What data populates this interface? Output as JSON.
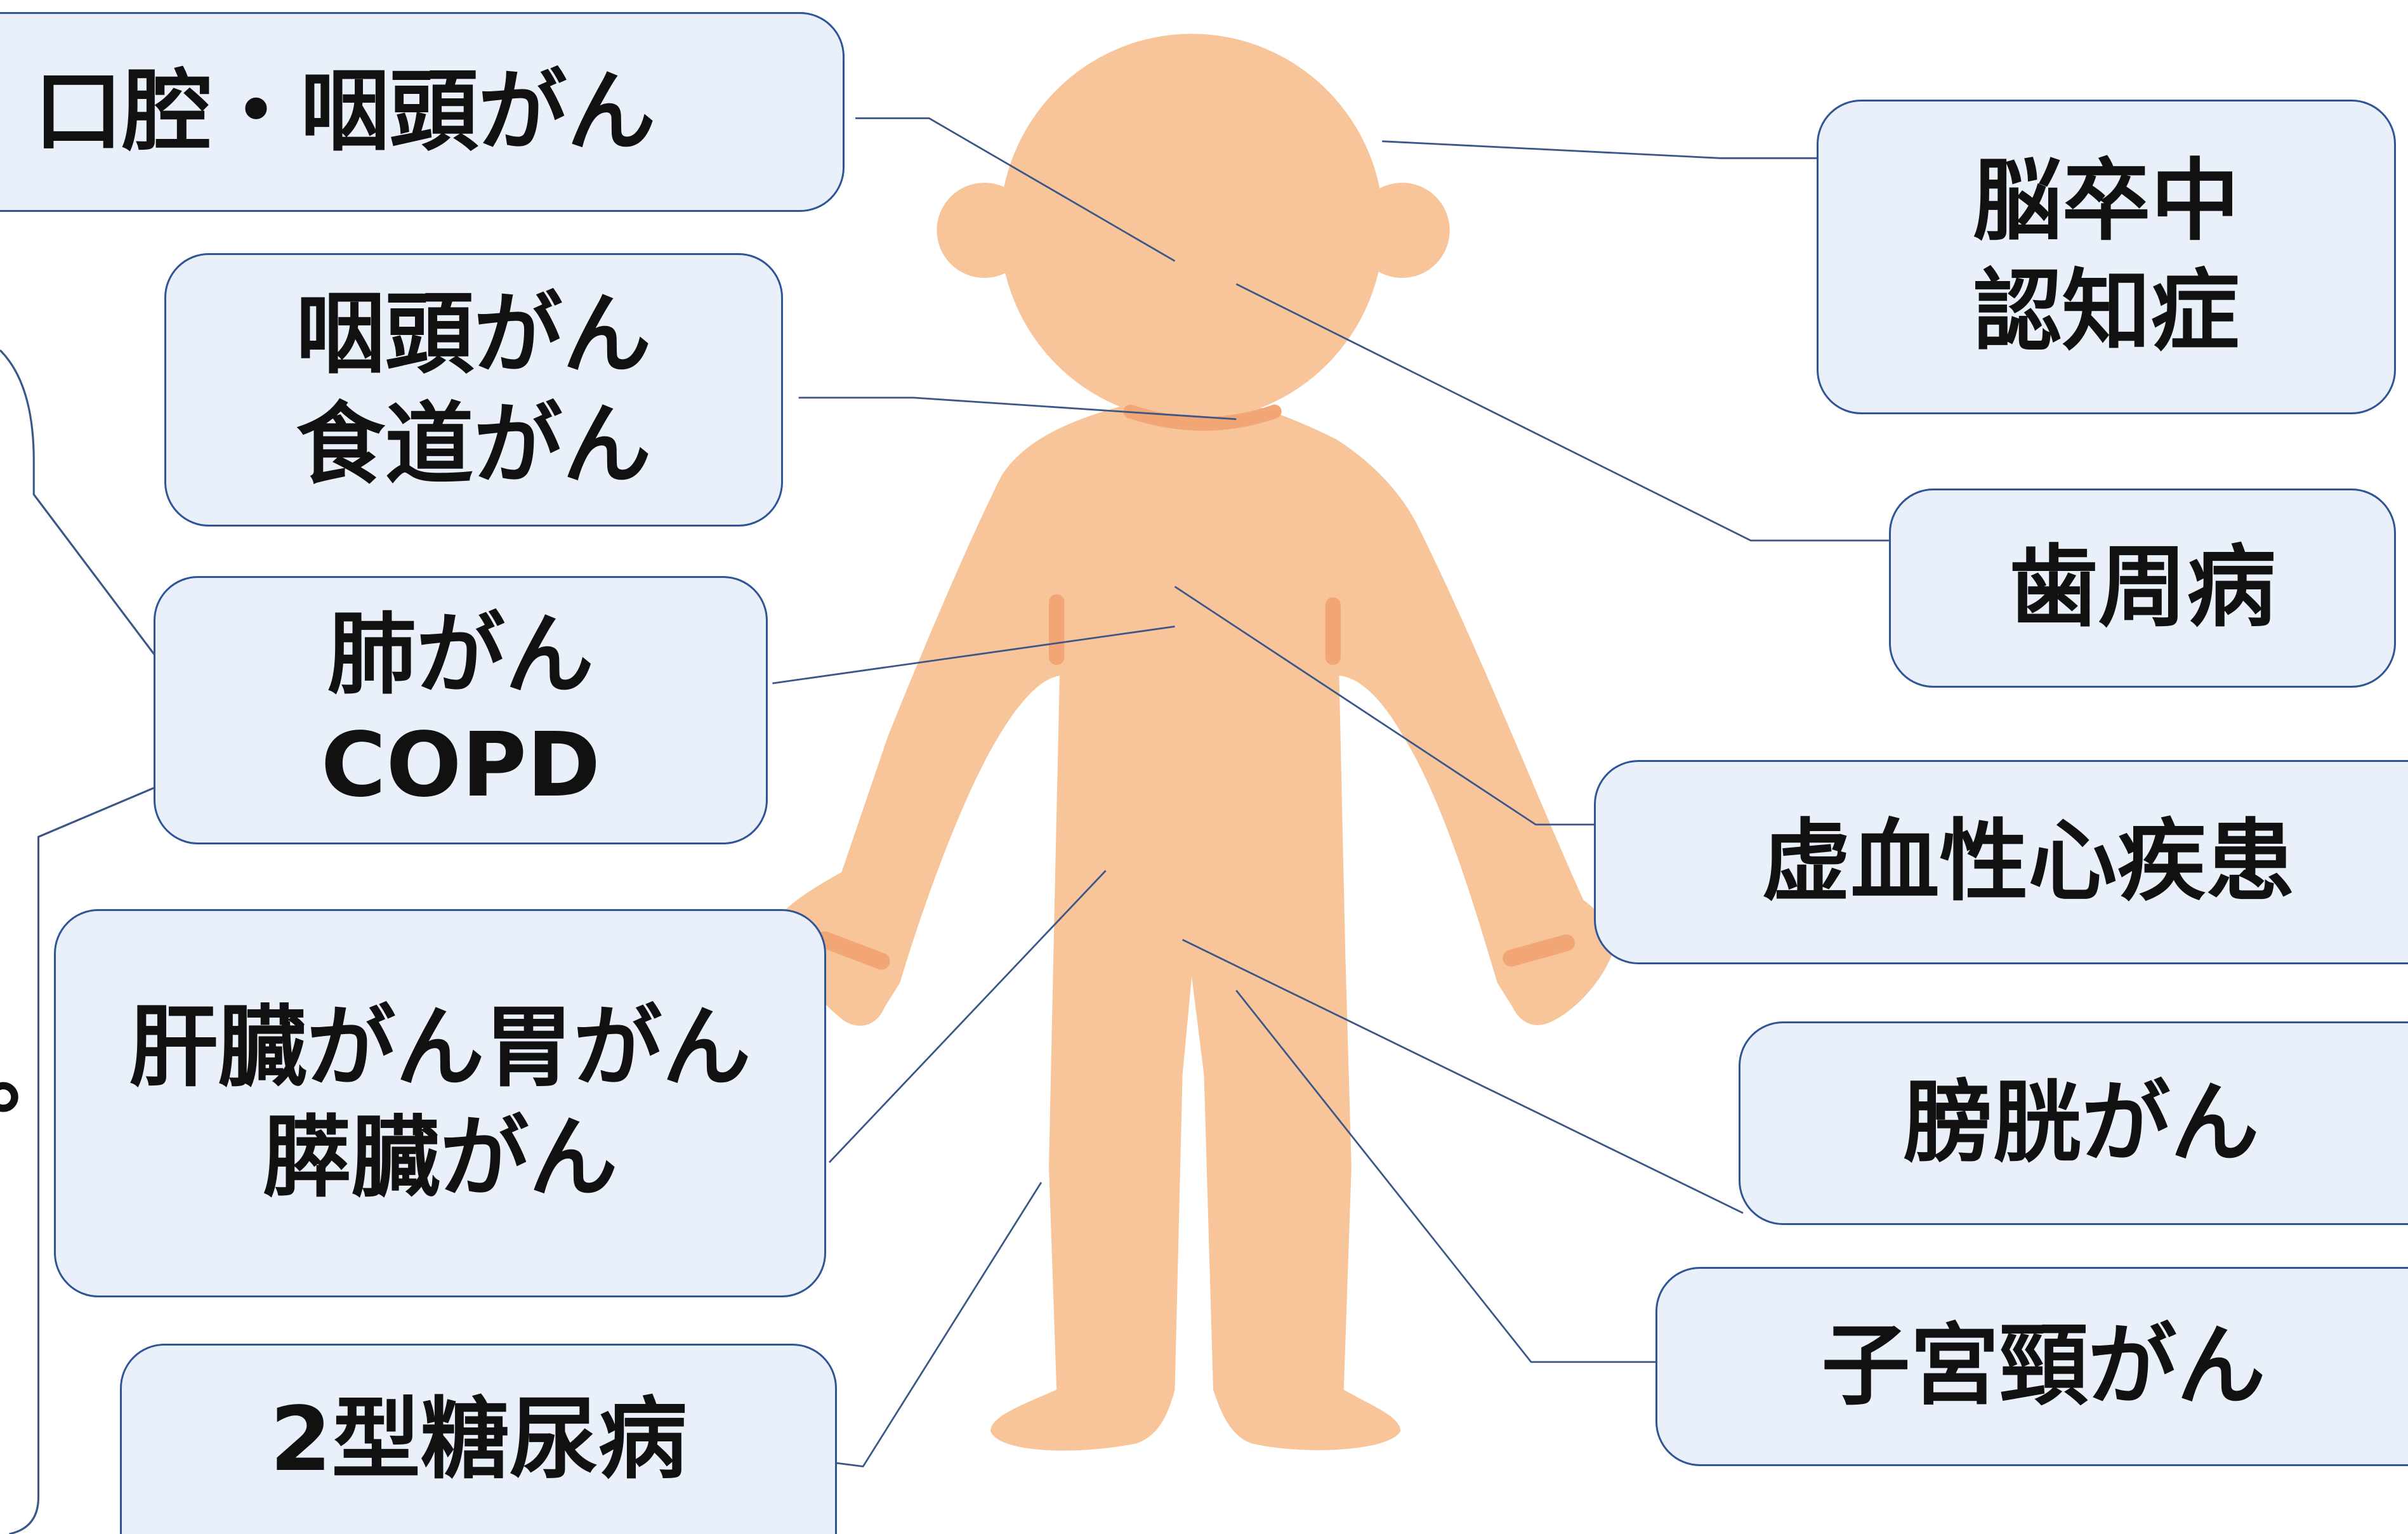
{
  "figure": {
    "icon": "child-body-silhouette-icon"
  },
  "labels": {
    "oral_pharyngeal_cancer": [
      "口腔・咽頭がん"
    ],
    "pharyngeal_esophageal_cancer": [
      "咽頭がん",
      "食道がん"
    ],
    "lung_cancer_copd": [
      "肺がん",
      "COPD"
    ],
    "liver_stomach_pancreatic_cancer": [
      "肝臓がん胃がん",
      "膵臓がん"
    ],
    "type2_diabetes": [
      "2型糖尿病"
    ],
    "stroke_dementia": [
      "脳卒中",
      "認知症"
    ],
    "periodontal_disease": [
      "歯周病"
    ],
    "ischemic_heart_disease": [
      "虚血性心疾患"
    ],
    "bladder_cancer": [
      "膀胱がん"
    ],
    "cervical_cancer": [
      "子宮頸がん"
    ]
  },
  "speech_bubble": {
    "text_fragment": "。"
  },
  "colors": {
    "box_fill": "#EAF0FA",
    "box_border": "#2F5597",
    "body": "#F8C49A",
    "accent": "#F2A676",
    "connector": "#3B5787",
    "text": "#111111"
  }
}
